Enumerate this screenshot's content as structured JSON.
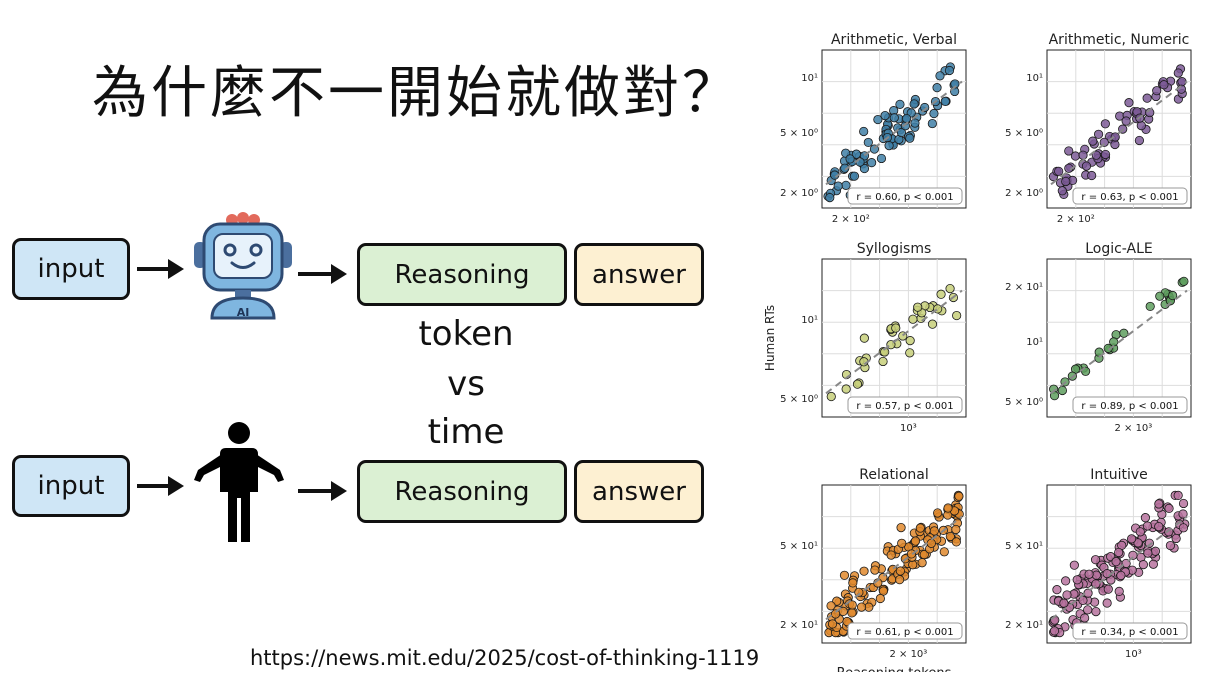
{
  "slide": {
    "title": "為什麼不一開始就做對？",
    "flow_top": {
      "input": "input",
      "reasoning": "Reasoning",
      "answer": "answer",
      "agent_badge": "AI"
    },
    "flow_bottom": {
      "input": "input",
      "reasoning": "Reasoning",
      "answer": "answer"
    },
    "comparison": {
      "line1": "token",
      "line2": "vs",
      "line3": "time"
    },
    "source_url": "https://news.mit.edu/2025/cost-of-thinking-1119"
  },
  "chart_data": [
    {
      "type": "scatter",
      "title": "Arithmetic, Verbal",
      "color": "#3f7fa6",
      "y_ticks": [
        "10¹",
        "5 × 10⁰",
        "2 × 10⁰"
      ],
      "x_ticks": [
        "2 × 10²"
      ],
      "annotation": "r = 0.60, p < 0.001"
    },
    {
      "type": "scatter",
      "title": "Arithmetic, Numeric",
      "color": "#7d5a96",
      "y_ticks": [
        "10¹",
        "5 × 10⁰",
        "2 × 10⁰"
      ],
      "x_ticks": [
        "2 × 10²"
      ],
      "annotation": "r = 0.63, p < 0.001"
    },
    {
      "type": "scatter",
      "title": "Syllogisms",
      "color": "#c7cf7a",
      "y_ticks": [
        "10¹",
        "5 × 10⁰"
      ],
      "x_ticks": [
        "10³"
      ],
      "annotation": "r = 0.57, p < 0.001",
      "ylabel": "Human RTs"
    },
    {
      "type": "scatter",
      "title": "Logic-ALE",
      "color": "#5e9e5e",
      "y_ticks": [
        "2 × 10¹",
        "10¹",
        "5 × 10⁰"
      ],
      "x_ticks": [
        "2 × 10³"
      ],
      "annotation": "r = 0.89, p < 0.001"
    },
    {
      "type": "scatter",
      "title": "Relational",
      "color": "#e08a2e",
      "y_ticks": [
        "5 × 10¹",
        "2 × 10¹"
      ],
      "x_ticks": [
        "2 × 10³"
      ],
      "annotation": "r = 0.61, p < 0.001",
      "xlabel": "Reasoning tokens"
    },
    {
      "type": "scatter",
      "title": "Intuitive",
      "color": "#b7739f",
      "y_ticks": [
        "5 × 10¹",
        "2 × 10¹"
      ],
      "x_ticks": [
        "10³"
      ],
      "annotation": "r = 0.34, p < 0.001"
    }
  ]
}
